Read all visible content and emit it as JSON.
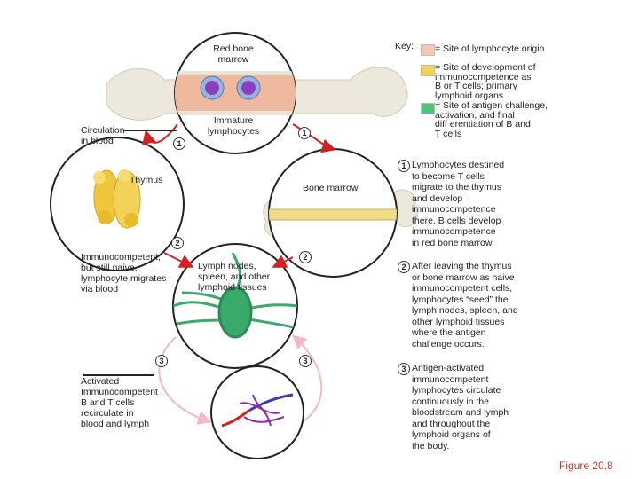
{
  "labels": {
    "red_bone_marrow": "Red bone\nmarrow",
    "immature": "Immature\nlymphocytes",
    "circulation": "Circulation\nin blood",
    "thymus": "Thymus",
    "bone_marrow": "Bone marrow",
    "immunocompetent": "Immunocompetent,\nbut still naive,\nlymphocyte migrates\nvia blood",
    "lymph_nodes": "Lymph nodes,\nspleen, and other\nlymphoid tissues",
    "activated": "Activated\nImmunocompetent\nB and T cells\nrecirculate in\nblood and lymph"
  },
  "key": {
    "title": "Key:",
    "items": [
      {
        "text": "= Site of lymphocyte origin",
        "color": "#f4c7b3"
      },
      {
        "text": "= Site of development of\nimmunocompetence as\nB or T cells; primary\nlymphoid organs",
        "color": "#f3d25a"
      },
      {
        "text": "= Site of antigen challenge,\nactivation, and final\ndiff erentiation of B and\nT cells",
        "color": "#4cc47a"
      }
    ]
  },
  "steps": [
    {
      "num": "1",
      "text": "Lymphocytes destined\nto become T cells\nmigrate to the thymus\nand develop\nimmunocompetence\nthere. B cells develop\nimmunocompetence\nin red bone marrow."
    },
    {
      "num": "2",
      "text": "After leaving the thymus\nor bone marrow as naive\nimmunocompetent cells,\nlymphocytes “seed” the\nlymph nodes, spleen, and\nother lymphoid tissues\nwhere the antigen\nchallenge occurs."
    },
    {
      "num": "3",
      "text": "Antigen-activated\nimmunocompetent\nlymphocytes circulate\ncontinuously in the\nbloodstream and lymph\nand throughout the\nlymphoid organs of\nthe body."
    }
  ],
  "diagram_numbers": {
    "n1_left": "1",
    "n1_right": "1",
    "n2_left": "2",
    "n2_right": "2",
    "n3_left": "3",
    "n3_right": "3"
  },
  "figure": "Figure 20.8",
  "colors": {
    "bone": "#e6e2d6",
    "marrow": "#f4c7b3",
    "thymus": "#f3d25a",
    "lymph": "#3aaa6a",
    "vein": "#3b3bb8",
    "artery": "#d32020",
    "capillary": "#8a2fb0",
    "arrow": "#d32020",
    "recirc": "#f2b8c6"
  }
}
